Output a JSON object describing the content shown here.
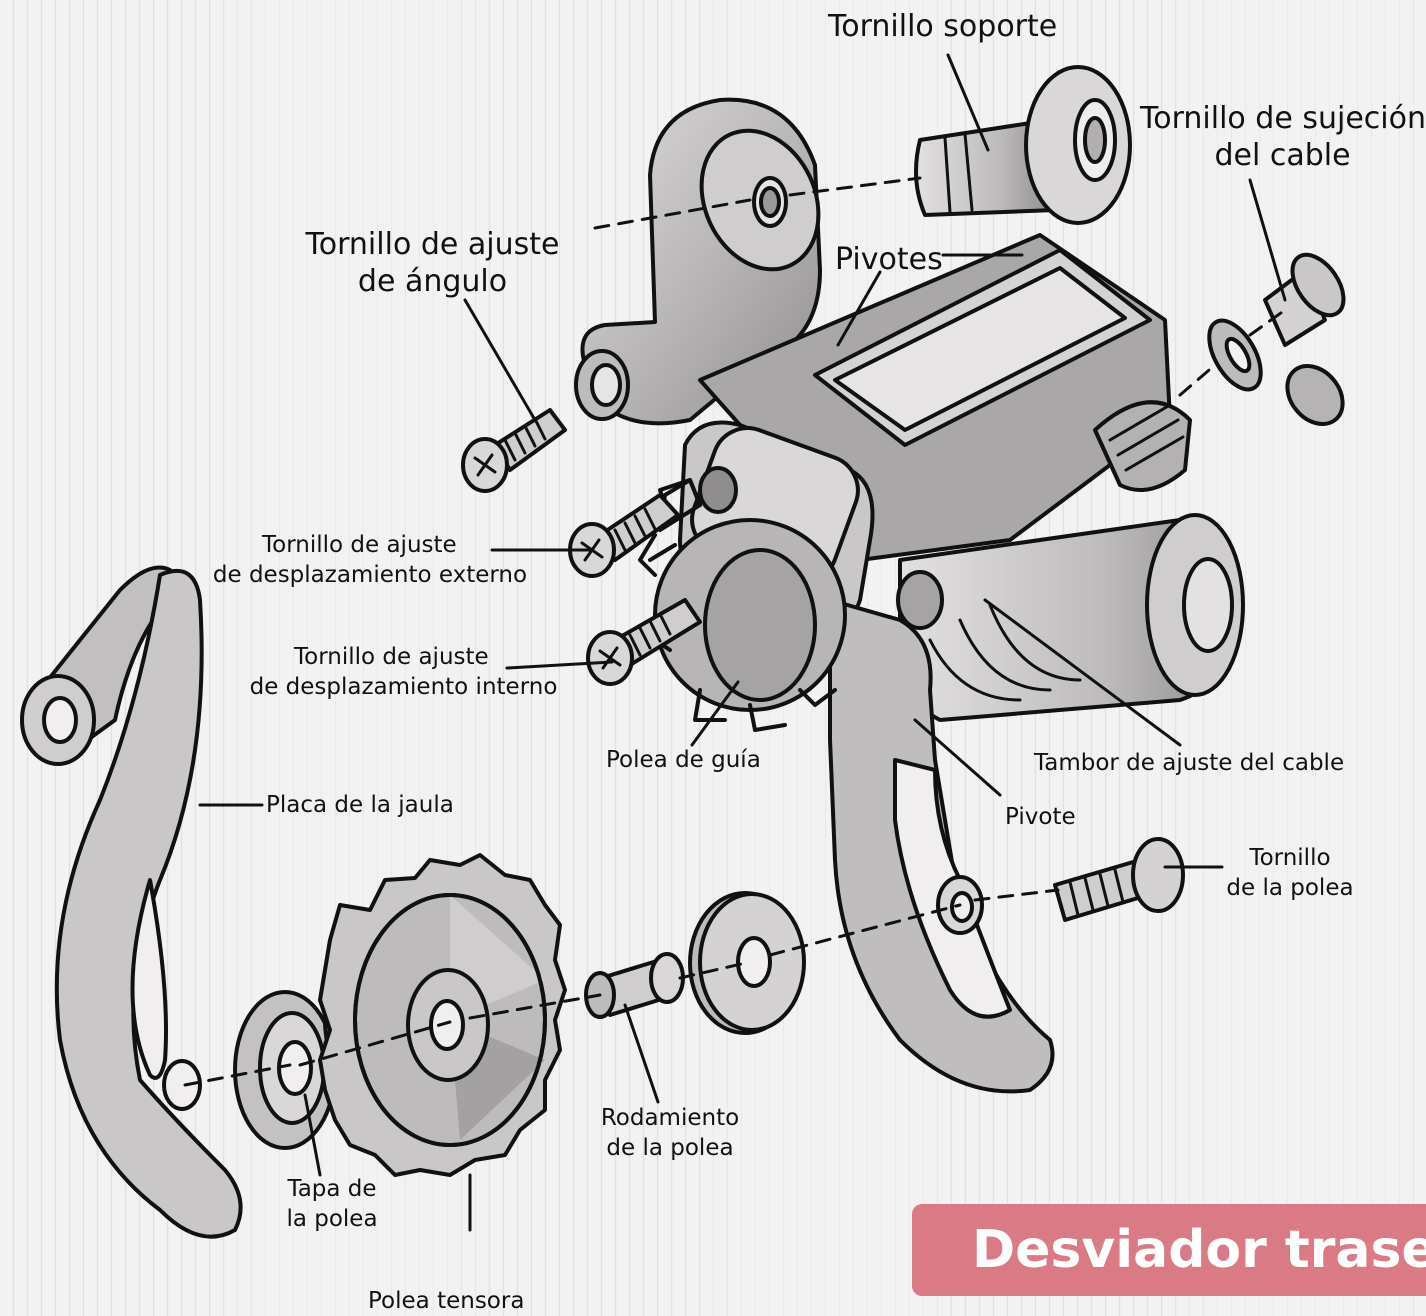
{
  "labels": {
    "tornillo_soporte": "Tornillo soporte",
    "tornillo_sujecion_1": "Tornillo de sujeción",
    "tornillo_sujecion_2": "del cable",
    "tornillo_angulo_1": "Tornillo de ajuste",
    "tornillo_angulo_2": "de ángulo",
    "pivotes": "Pivotes",
    "externo_1": "Tornillo de ajuste",
    "externo_2": "de desplazamiento externo",
    "interno_1": "Tornillo de ajuste",
    "interno_2": "de desplazamiento interno",
    "polea_guia": "Polea de guía",
    "tambor": "Tambor de ajuste del cable",
    "placa_jaula": "Placa de la jaula",
    "pivote": "Pivote",
    "tornillo_polea_1": "Tornillo",
    "tornillo_polea_2": "de la polea",
    "rodamiento_1": "Rodamiento",
    "rodamiento_2": "de la polea",
    "tapa_1": "Tapa de",
    "tapa_2": "la polea",
    "polea_tensora": "Polea tensora"
  },
  "title": "Desviador trasero",
  "colors": {
    "part_fill": "#c9c7c8",
    "part_light": "#dedcdd",
    "part_dark": "#8f8d8e",
    "outline": "#111111",
    "banner": "#d97a85"
  }
}
